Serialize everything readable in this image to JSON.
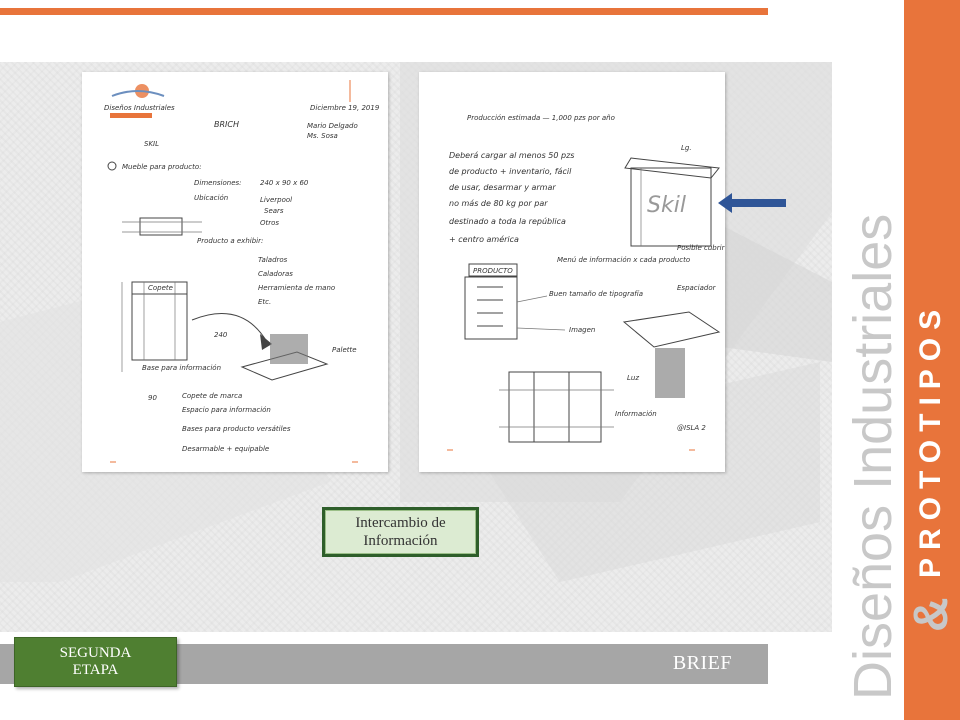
{
  "slide": {
    "exchange_label_line1": "Intercambio de",
    "exchange_label_line2": "Información",
    "stage_line1": "SEGUNDA",
    "stage_line2": "ETAPA",
    "section_label": "BRIEF"
  },
  "brand": {
    "name": "Diseños Industriales",
    "ampersand": "&",
    "sub": "PROTOTIPOS"
  },
  "sketch_left": {
    "logo_text": "Diseños Industriales",
    "date": "Diciembre 19, 2019",
    "attendee_1": "Mario Delgado",
    "attendee_2": "Ms. Sosa",
    "title": "BRICH",
    "client": "SKIL",
    "section": "Mueble para producto:",
    "dimensions_label": "Dimensiones:",
    "dimensions_value": "240 x 90 x 60",
    "ubicacion_label": "Ubicación",
    "ubicacion_1": "Liverpool",
    "ubicacion_2": "Sears",
    "ubicacion_3": "Otros",
    "product_label": "Producto a exhibir:",
    "product_1": "Taladros",
    "product_2": "Caladoras",
    "product_3": "Herramienta de mano",
    "product_4": "Etc.",
    "copete": "Copete",
    "base": "Base para información",
    "pallet": "Palette",
    "dim_240": "240",
    "dim_90": "90",
    "list_1": "Copete de marca",
    "list_2": "Espacio para información",
    "list_3": "Bases para producto versátiles",
    "list_4": "Desarmable + equipable"
  },
  "sketch_right": {
    "production": "Producción estimada — 1,000 pzs por año",
    "req_1": "Deberá cargar al menos 50 pzs",
    "req_2": "de producto + inventario, fácil",
    "req_3": "de usar, desarmar y armar",
    "req_4": "no más de 80 kg por par",
    "req_5": "destinado a toda la república",
    "req_6": "+ centro américa",
    "logo_on_sketch": "Skil",
    "tag_top": "Lg.",
    "note_posible": "Posible cubrir con niveles",
    "note_espacio": "Espaciador",
    "producto_box": "PRODUCTO",
    "menu_info": "Menú de información x cada producto",
    "bastidor": "Buen tamaño de tipografía",
    "imagen": "Imagen",
    "info": "Información",
    "luz": "Luz",
    "page": "@ISLA 2"
  },
  "colors": {
    "orange": "#e8743b",
    "green_dark": "#4f7f31",
    "green_light": "#dcebd2",
    "gray_bar": "#a6a6a6",
    "arrow_blue": "#2f5597"
  }
}
